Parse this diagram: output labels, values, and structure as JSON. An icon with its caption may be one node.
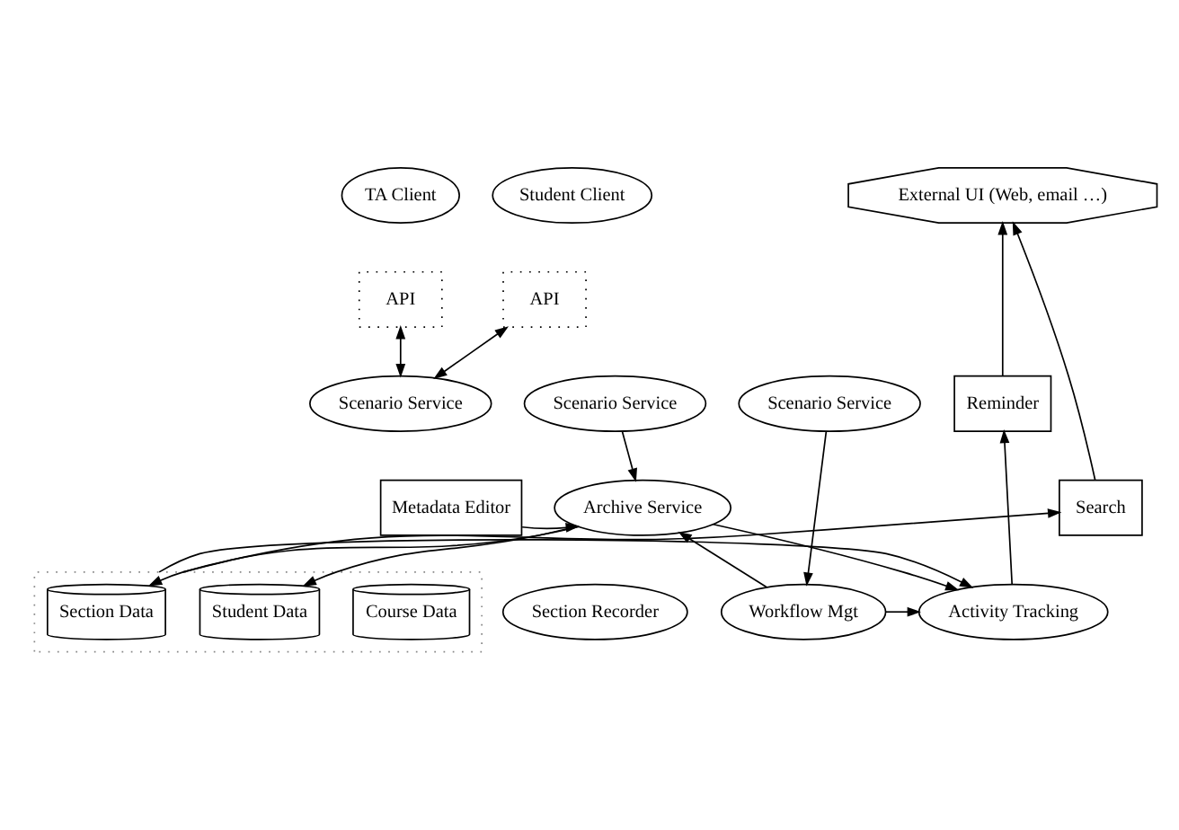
{
  "diagram": {
    "nodes": [
      {
        "text": [
          "TA Client"
        ]
      },
      {
        "text": [
          "Student Client"
        ]
      },
      {
        "text": [
          "API"
        ]
      },
      {
        "text": [
          "API"
        ]
      },
      {
        "text": [
          "Scenario Service"
        ]
      },
      {
        "text": [
          "Scenario Service"
        ]
      },
      {
        "text": [
          "Scenario Service"
        ]
      },
      {
        "text": [
          "External UI (Web, email …)"
        ]
      },
      {
        "text": [
          "Reminder"
        ]
      },
      {
        "text": [
          "Section Recorder"
        ]
      },
      {
        "text": [
          "Workflow Mgt"
        ]
      },
      {
        "text": [
          "Activity Tracking"
        ]
      },
      {
        "text": [
          "Search"
        ]
      },
      {
        "text": [
          "Metadata Editor"
        ]
      },
      {
        "text": [
          "Archive Service"
        ]
      },
      {
        "text": [],
        "shape": "box"
      },
      {
        "text": [
          "Section Data"
        ],
        "in": 15
      },
      {
        "text": [
          "Student Data"
        ],
        "in": 15
      },
      {
        "text": [
          "Course Data"
        ],
        "in": 15
      }
    ],
    "edges": [
      {
        "from": 2,
        "to": 4,
        "arrow": "both"
      },
      {
        "from": 3,
        "to": 4,
        "arrow": "both"
      },
      {
        "from": 6,
        "to": 10,
        "arrow": "to"
      },
      {
        "from": 5,
        "to": 14,
        "arrow": "to"
      },
      {
        "from": 10,
        "to": 11,
        "arrow": "to"
      },
      {
        "from": 10,
        "to": 14,
        "arrow": "to"
      },
      {
        "from": 13,
        "to": 14,
        "arrow": "to"
      },
      {
        "from": 14,
        "to": 11,
        "arrow": "to"
      },
      {
        "from": 14,
        "to": 16,
        "arrow": "to"
      },
      {
        "from": 14,
        "to": 17,
        "arrow": "to"
      },
      {
        "from": 15,
        "to": 11,
        "arrow": "to"
      },
      {
        "from": 15,
        "to": 12,
        "arrow": "to"
      },
      {
        "from": 11,
        "to": 8,
        "arrow": "to"
      },
      {
        "from": 8,
        "to": 7,
        "arrow": "to"
      },
      {
        "from": 12,
        "to": 7,
        "arrow": "to"
      }
    ]
  }
}
